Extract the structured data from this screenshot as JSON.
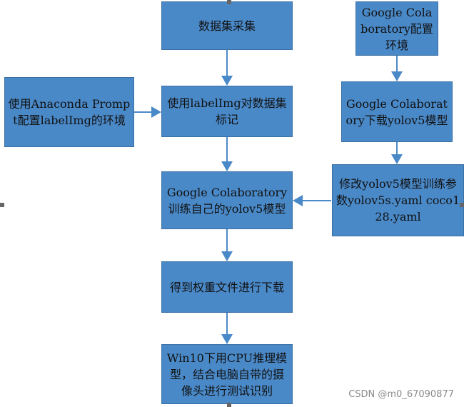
{
  "nodes": {
    "collect": "数据集采集",
    "label_img": "使用labelImg对数据集标记",
    "anaconda": "使用Anaconda Prompt配置labelImg的环境",
    "colab_env": "Google Colaboratory配置环境",
    "colab_download": "Google Colaboratory下载yolov5模型",
    "modify": "修改yolov5模型训练参数yolov5s.yaml coco128.yaml",
    "train": "Google Colaboratory训练自己的yolov5模型",
    "weights": "得到权重文件进行下载",
    "infer": "Win10下用CPU推理模型，结合电脑自带的摄像头进行测试识别"
  },
  "watermark": "CSDN @m0_67090877",
  "colors": {
    "box_fill": "#4a89c8",
    "box_border": "#3a6fa3",
    "arrow": "#4a89c8"
  }
}
